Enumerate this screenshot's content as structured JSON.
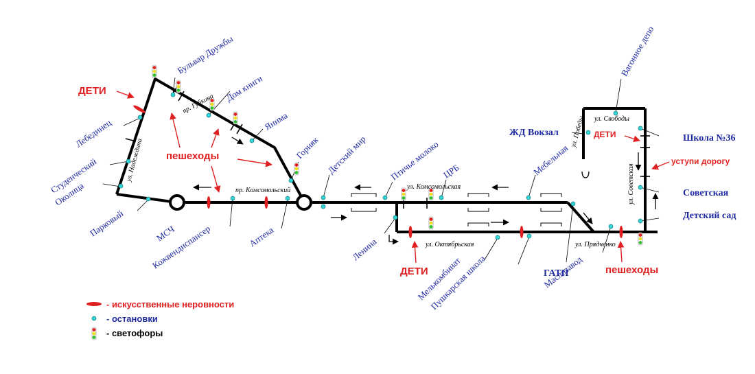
{
  "colors": {
    "route": "#000000",
    "stop": "#33d6d6",
    "bump": "#e02020",
    "label": "#1f2aa0",
    "warning": "#e02020"
  },
  "stops": {
    "bulvar_druzhby": "Бульвар Дружбы",
    "dom_knigi": "Дом книги",
    "yanima": "Янима",
    "gornyak": "Горняк",
    "detsky_mir": "Детский мир",
    "ptichye_moloko": "Птичье молоко",
    "crb": "ЦРБ",
    "mebelnaya": "Мебельная",
    "vagonnoe_depo": "Вагонное депо",
    "zhd_vokzal": "ЖД Вокзал",
    "shkola36": "Школа №36",
    "sovetskaya": "Советская",
    "detsky_sad": "Детский сад",
    "lebedinets": "Лебединец",
    "studenchesky": "Студенческий",
    "okolitsa": "Околица",
    "parkovy": "Парковый",
    "mchs": "МСЧ",
    "kozhvendispanser": "Кожвендиспансер",
    "apteka": "Аптека",
    "lenina": "Ленина",
    "melkombinat": "Мелькомбинат",
    "pushkarskaya_shkola": "Пушкарская школа",
    "gatp": "ГАТП",
    "maslozavod": "Маслозавод"
  },
  "streets": {
    "gubkina": "пр. Губкина",
    "nadezhdina": "ул. Надеждина",
    "komsomolsky": "пр. Комсомольский",
    "komsomolskaya": "ул. Комсомольская",
    "oktyabrskaya": "ул. Октябрьская",
    "svobody": "ул. Свободы",
    "pobedy": "ул. Победы",
    "sovetskaya": "ул. Советская",
    "pryadchenko": "ул. Прядченко"
  },
  "warnings": {
    "deti_left": "ДЕТИ",
    "peshehody_center": "пешеходы",
    "deti_bottom": "ДЕТИ",
    "deti_right": "ДЕТИ",
    "ustupi": "уступи дорогу",
    "peshehody_right": "пешеходы"
  },
  "legend": {
    "bumps": "- искусственные неровности",
    "stops": "- остановки",
    "lights": "- светофоры"
  }
}
